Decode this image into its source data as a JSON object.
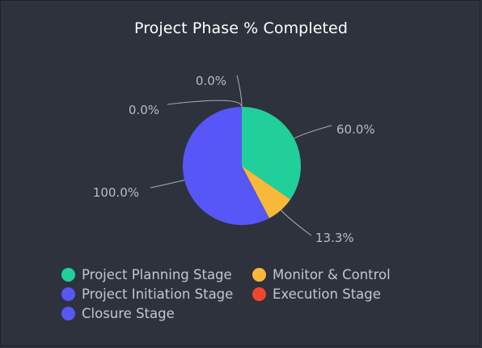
{
  "chart_data": {
    "type": "pie",
    "title": "Project Phase % Completed",
    "series": [
      {
        "name": "Project Planning Stage",
        "value": 60.0,
        "label": "60.0%",
        "color": "#21cf9b"
      },
      {
        "name": "Monitor & Control",
        "value": 13.3,
        "label": "13.3%",
        "color": "#f8b93a"
      },
      {
        "name": "Project Initiation Stage",
        "value": 100.0,
        "label": "100.0%",
        "color": "#5757f7"
      },
      {
        "name": "Execution Stage",
        "value": 0.0,
        "label": "0.0%",
        "color": "#f24530"
      },
      {
        "name": "Closure Stage",
        "value": 0.0,
        "label": "0.0%",
        "color": "#5757f7"
      }
    ],
    "legend": "bottom"
  }
}
